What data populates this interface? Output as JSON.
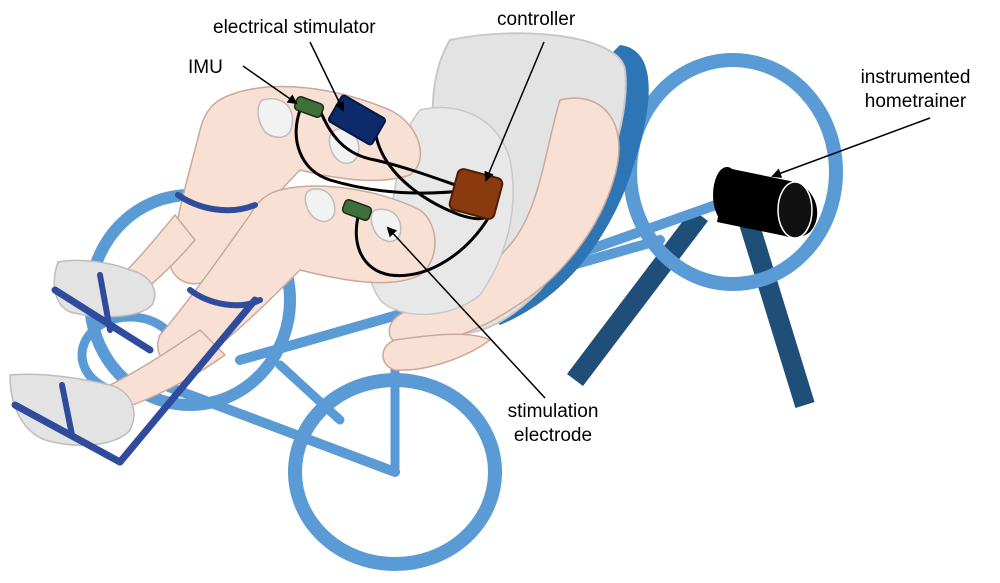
{
  "labels": {
    "electrical_stimulator": "electrical stimulator",
    "controller": "controller",
    "imu": "IMU",
    "hometrainer_line1": "instrumented",
    "hometrainer_line2": "hometrainer",
    "electrode_line1": "stimulation",
    "electrode_line2": "electrode"
  },
  "colors": {
    "frame": "#5b9bd5",
    "frame_dark": "#2e75b6",
    "stand": "#1f4e79",
    "strap": "#2f4b9b",
    "skin": "#f8e1d4",
    "skin_outline": "#c9a99a",
    "seat": "#e3e3e3",
    "stimulator": "#0d2a6b",
    "controller": "#8b3a0f",
    "imu": "#3f6f3a",
    "roller": "#000000",
    "cable": "#000000"
  }
}
